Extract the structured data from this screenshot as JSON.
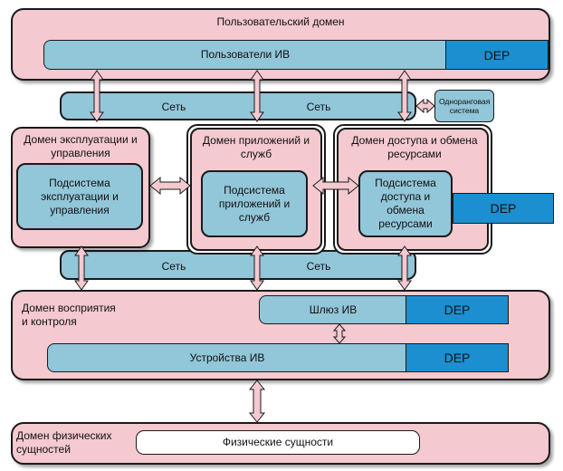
{
  "user_domain": {
    "title": "Пользовательский домен",
    "users_bar": "Пользователи ИВ",
    "dep": "DEP"
  },
  "network": {
    "label": "Сеть",
    "peer_system": "Одноранговая система"
  },
  "ops_domain": {
    "title": "Домен эксплуатации и управления",
    "subsystem": "Подсистема эксплуатации и управления"
  },
  "apps_domain": {
    "title": "Домен приложений и служб",
    "subsystem": "Подсистема приложений и служб"
  },
  "access_domain": {
    "title": "Домен доступа и обмена ресурсами",
    "subsystem": "Подсистема доступа и обмена ресурсами",
    "dep": "DEP"
  },
  "perception_domain": {
    "title": "Домен восприятия и контроля",
    "gateway": "Шлюз ИВ",
    "devices": "Устройства ИВ",
    "dep": "DEP"
  },
  "physical_domain": {
    "title": "Домен физических сущностей",
    "entities": "Физические сущности"
  },
  "colors": {
    "domain_fill": "#f4c9cf",
    "network_fill": "#92c6d9",
    "dep_fill": "#1b8fcf",
    "arrow_fill": "#f4c9cf"
  }
}
